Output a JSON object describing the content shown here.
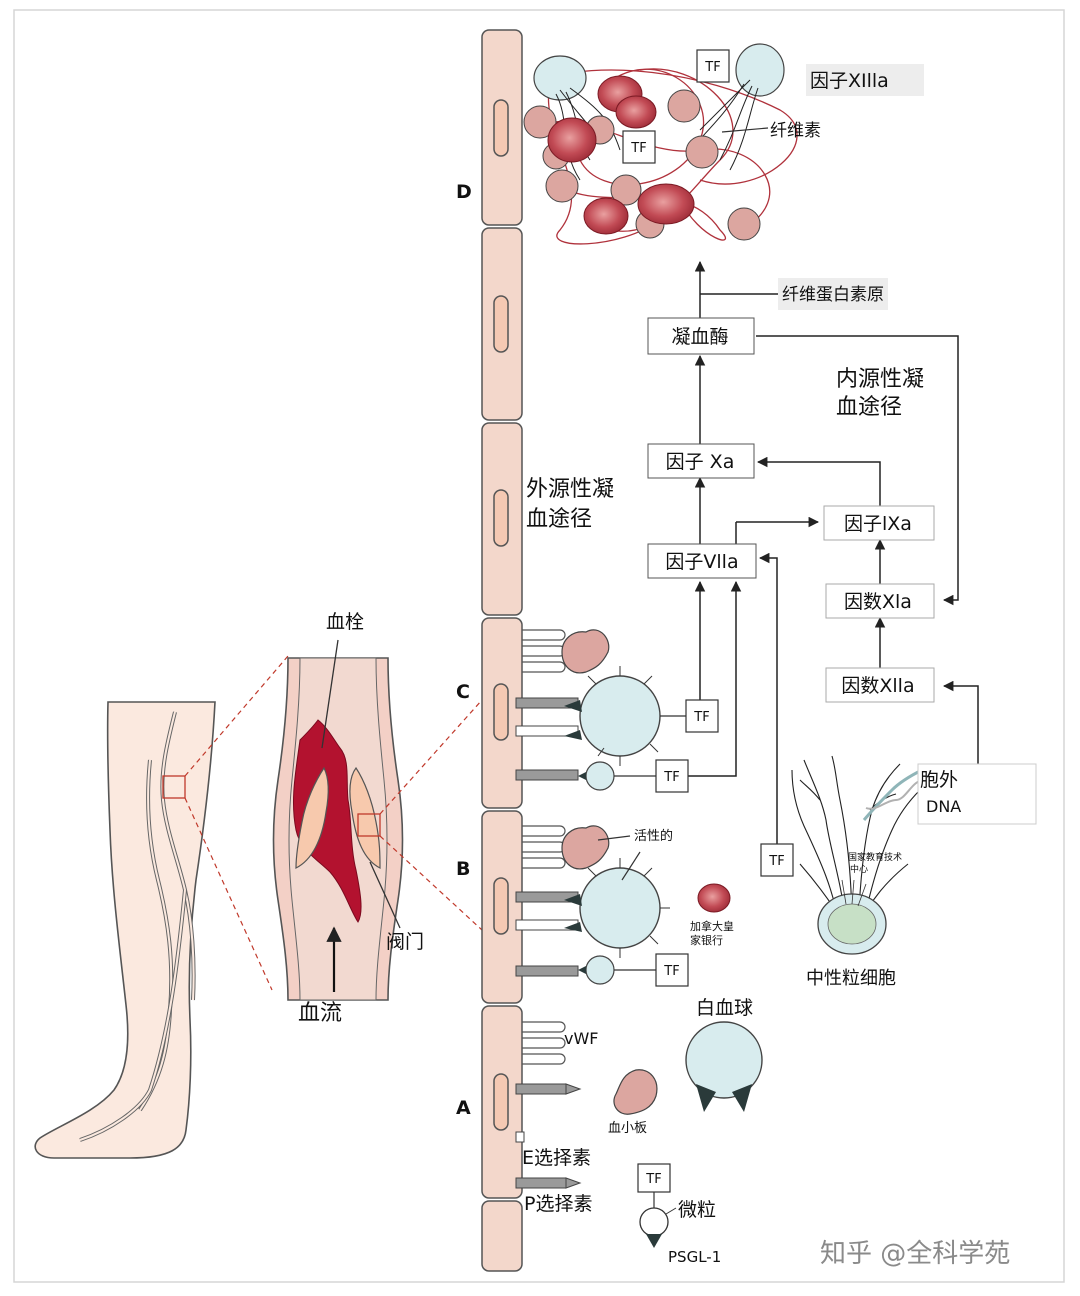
{
  "labels": {
    "thrombus": "血栓",
    "valve": "阀门",
    "blood_flow": "血流",
    "stage_a": "A",
    "stage_b": "B",
    "stage_c": "C",
    "stage_d": "D",
    "factor_xiiia": "因子XIlla",
    "fibrin": "纤维素",
    "fibrinogen": "纤维蛋白素原",
    "thrombin": "凝血酶",
    "intrinsic_1": "内源性凝",
    "intrinsic_2": "血途径",
    "extrinsic_1": "外源性凝",
    "extrinsic_2": "血途径",
    "factor_xa": "因子 Xa",
    "factor_ixa": "因子lXa",
    "factor_viia": "因子Vlla",
    "factor_xia": "因数Xla",
    "factor_xiia": "因数Xlla",
    "tf": "TF",
    "activated": "活性的",
    "rbc_caption_1": "加拿大皇",
    "rbc_caption_2": "家银行",
    "extracellular": "胞外",
    "dna": "DNA",
    "net_caption_1": "国家教育技术",
    "net_caption_2": "中心",
    "neutrophil": "中性粒细胞",
    "leukocyte": "白血球",
    "vwf": "vWF",
    "platelet": "血小板",
    "e_selectin": "E选择素",
    "p_selectin": "P选择素",
    "microparticle": "微粒",
    "psgl1": "PSGL-1",
    "watermark": "知乎 @全科学苑"
  },
  "colors": {
    "skin": "#fbe9df",
    "endothelium": "#f3d7cb",
    "platelet": "#dca6a0",
    "clot": "#b3122f",
    "cell": "#d8ecee",
    "rbc": "#c8585e",
    "outline": "#3a3a3a"
  }
}
